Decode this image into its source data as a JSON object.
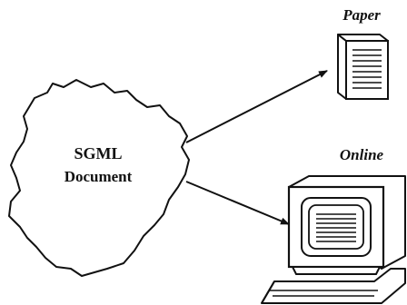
{
  "document": {
    "line1": "SGML",
    "line2": "Document"
  },
  "outputs": {
    "paper_label": "Paper",
    "online_label": "Online"
  },
  "icons": {
    "source": "cloud-shape",
    "paper": "paper-document-icon",
    "online": "computer-monitor-icon"
  },
  "colors": {
    "ink": "#111111",
    "background": "#ffffff"
  }
}
